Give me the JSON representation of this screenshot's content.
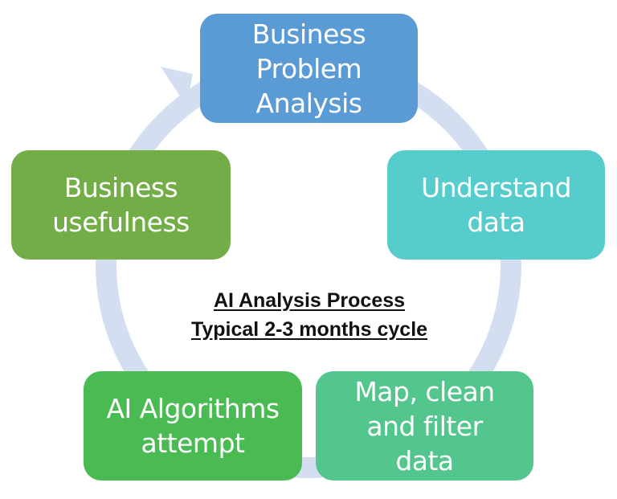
{
  "diagram": {
    "type": "cycle",
    "center_title": "AI Analysis Process",
    "center_subtitle": "Typical 2-3 months cycle",
    "arrow_color": "#d3dff0",
    "steps": [
      {
        "label": "Business Problem Analysis",
        "lines": [
          "Business",
          "Problem",
          "Analysis"
        ],
        "color": "#5b9bd5"
      },
      {
        "label": "Understand data",
        "lines": [
          "Understand",
          "data"
        ],
        "color": "#56cccc"
      },
      {
        "label": "Map, clean and filter data",
        "lines": [
          "Map, clean",
          "and filter",
          "data"
        ],
        "color": "#52c68c"
      },
      {
        "label": "AI Algorithms attempt",
        "lines": [
          "AI Algorithms",
          "attempt"
        ],
        "color": "#49bb52"
      },
      {
        "label": "Business usefulness",
        "lines": [
          "Business",
          "usefulness"
        ],
        "color": "#72ad47"
      }
    ]
  }
}
